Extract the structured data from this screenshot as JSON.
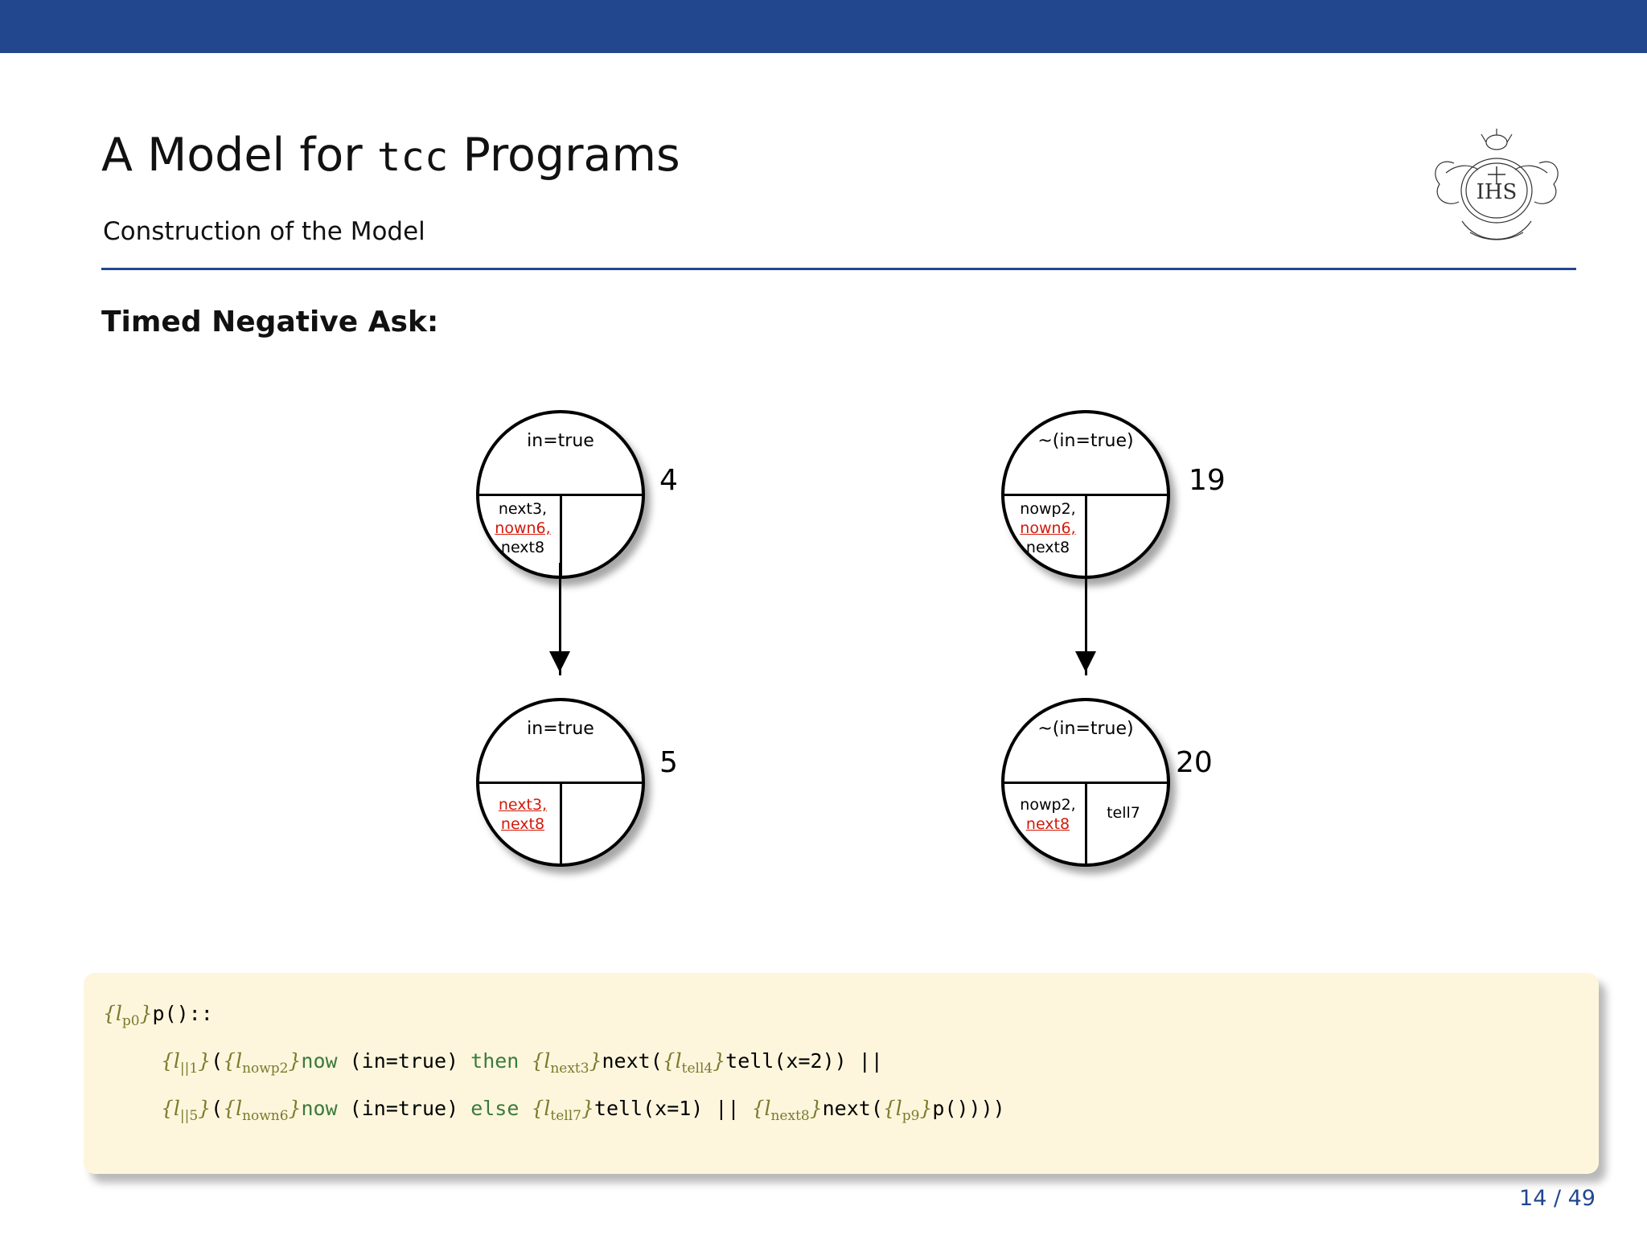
{
  "slide": {
    "title_main": "A Model for ",
    "title_mono": "tcc",
    "title_tail": " Programs",
    "subtitle": "Construction of the Model",
    "section_heading": "Timed Negative Ask:",
    "page_number": "14 / 49",
    "accent_color": "#22478f",
    "highlight_color": "#d21a0a",
    "codebox_color": "#fdf6dd"
  },
  "crest": {
    "name": "university-crest-ihs",
    "letters": "IHS"
  },
  "diagram": {
    "nodes": [
      {
        "id": "n4",
        "number": "4",
        "top_label": "in=true",
        "left_cell": [
          "next3,",
          "nown6,",
          "next8"
        ],
        "left_highlight_index": 1,
        "right_cell": []
      },
      {
        "id": "n5",
        "number": "5",
        "top_label": "in=true",
        "left_cell": [
          "next3,",
          "next8"
        ],
        "left_highlight_index": -2,
        "right_cell": []
      },
      {
        "id": "n19",
        "number": "19",
        "top_label": "~(in=true)",
        "left_cell": [
          "nowp2,",
          "nown6,",
          "next8"
        ],
        "left_highlight_index": 1,
        "right_cell": []
      },
      {
        "id": "n20",
        "number": "20",
        "top_label": "~(in=true)",
        "left_cell": [
          "nowp2,",
          "next8"
        ],
        "left_highlight_index": 1,
        "right_cell": [
          "tell7"
        ]
      }
    ],
    "edges": [
      {
        "from": "n4",
        "to": "n5"
      },
      {
        "from": "n19",
        "to": "n20"
      }
    ]
  },
  "code": {
    "line1": [
      {
        "t": "{",
        "c": "lbl"
      },
      {
        "t": "l",
        "c": "lbl-i"
      },
      {
        "t": "p0",
        "c": "sub-lbl"
      },
      {
        "t": "}",
        "c": "lbl"
      },
      {
        "t": "p()::",
        "c": "plain"
      }
    ],
    "line1_text": "{l_p0}p()::",
    "line2_text": "{l_||1}({l_nowp2}now (in=true) then {l_next3}next({l_tell4}tell(x=2)) ||",
    "line3_text": "{l_||5}({l_nown6}now (in=true) else {l_tell7}tell(x=1) || {l_next8}next({l_p9}p())))"
  }
}
